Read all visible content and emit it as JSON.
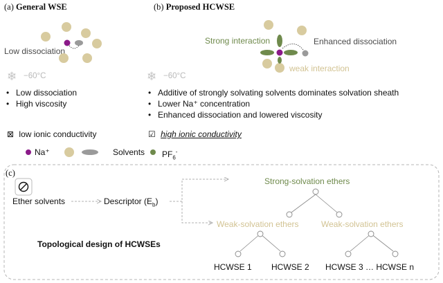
{
  "panel_a": {
    "label": "(a)",
    "title": "General WSE",
    "low_dissociation": "Low dissociation",
    "temperature": "−60°C",
    "bullets": [
      "Low dissociation",
      "High viscosity"
    ]
  },
  "panel_b": {
    "label": "(b)",
    "title": "Proposed HCWSE",
    "strong_interaction": "Strong interaction",
    "enhanced_dissociation": "Enhanced dissociation",
    "weak_interaction": "weak interaction",
    "temperature": "−60°C",
    "bullets": [
      "Additive of strongly solvating solvents dominates solvation sheath",
      "Lower Na⁺ concentration",
      "Enhanced dissociation and lowered viscosity"
    ]
  },
  "conductivity": {
    "low_box": "⊠",
    "low": "low ionic conductivity",
    "high_box": "☑",
    "high": "high ionic conductivity"
  },
  "legend": {
    "na": "Na⁺",
    "solvents": "Solvents",
    "pf6_base": "PF",
    "pf6_sub": "6",
    "pf6_sup": "-"
  },
  "panel_c": {
    "label": "(c)",
    "ether_solvents": "Ether solvents",
    "descriptor_base": "Descriptor (E",
    "descriptor_sub": "b",
    "descriptor_end": ")",
    "strong_ethers": "Strong-solvation ethers",
    "weak_ethers_left": "Weak-solvation ethers",
    "weak_ethers_right": "Weak-solvation ethers",
    "topological": "Topological design of HCWSEs",
    "leaves": [
      "HCWSE 1",
      "HCWSE 2",
      "HCWSE 3 … HCWSE n"
    ]
  },
  "colors": {
    "na": "#8b1a89",
    "solvent_beige": "#d8cb9f",
    "solvent_gray": "#9a9a9a",
    "pf6": "#6f8a4c",
    "label_olive": "#6f8a4c",
    "label_beige": "#d2c393",
    "dashed_border": "#b5b5b5"
  },
  "icons": {
    "snowflake": "snowflake-icon",
    "ban": "ban-icon"
  }
}
